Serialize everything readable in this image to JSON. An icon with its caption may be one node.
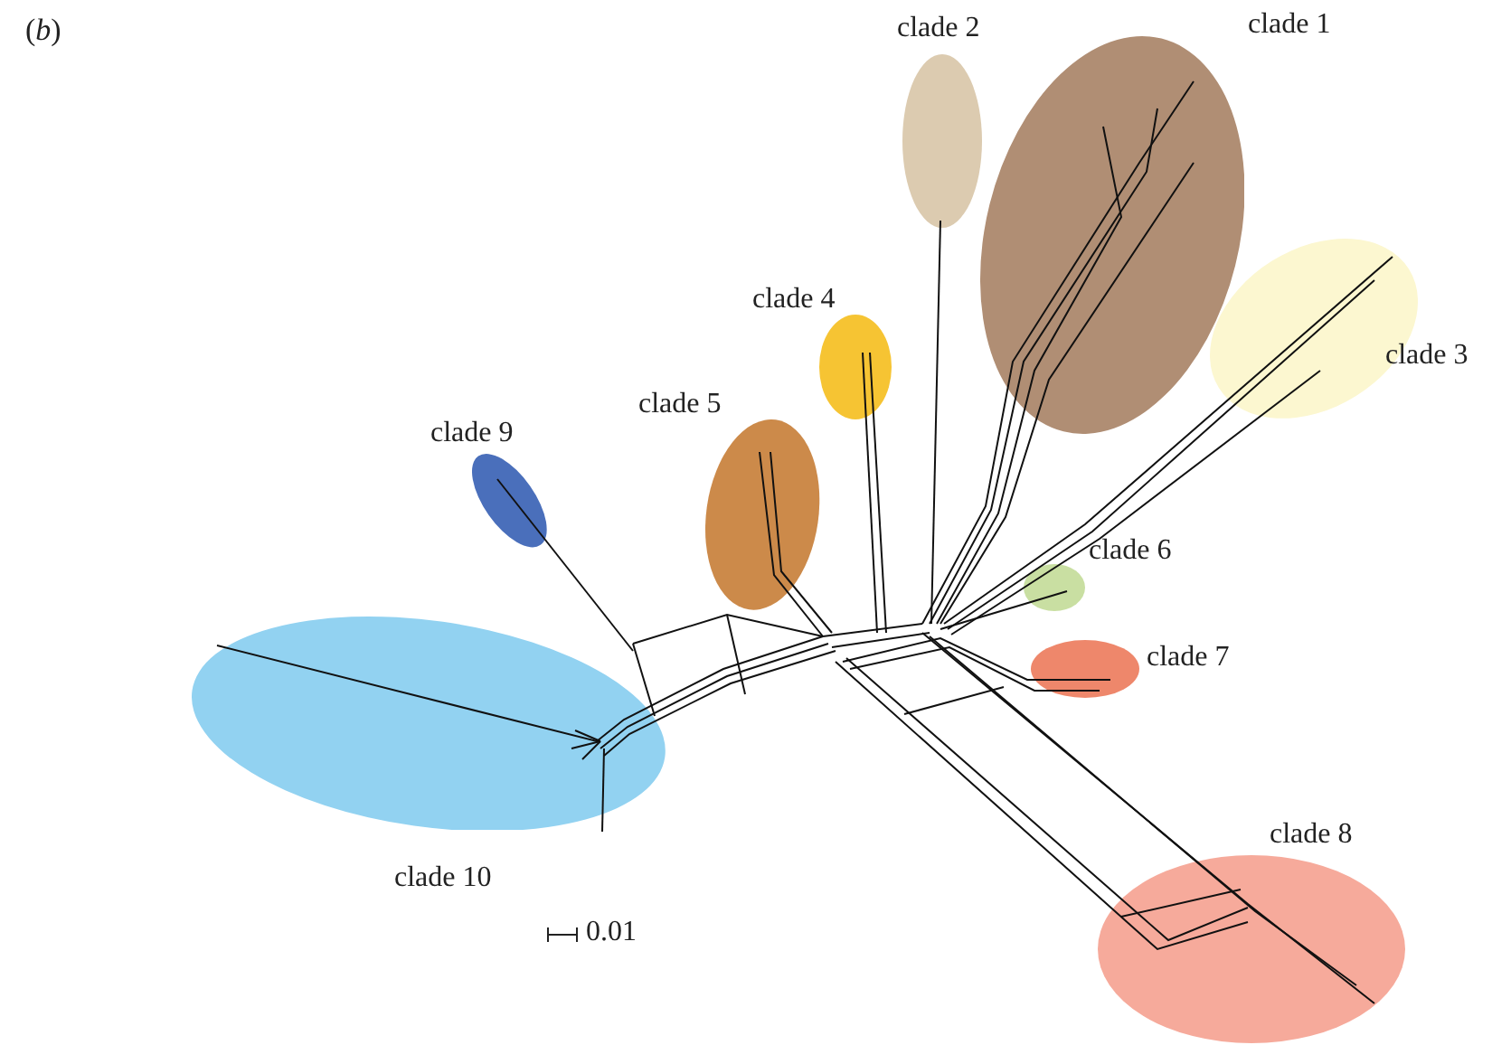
{
  "diagram": {
    "nodes": [
      {
        "text": [
          "clade 1"
        ]
      },
      {
        "text": [
          "clade 2"
        ]
      },
      {
        "text": [
          "clade 3"
        ]
      },
      {
        "text": [
          "clade 4"
        ]
      },
      {
        "text": [
          "clade 5"
        ]
      },
      {
        "text": [
          "clade 6"
        ]
      },
      {
        "text": [
          "clade 7"
        ]
      },
      {
        "text": [
          "clade 8"
        ]
      },
      {
        "text": [
          "clade 9"
        ]
      },
      {
        "text": [
          "clade 10"
        ]
      }
    ],
    "edges": [],
    "labels": [
      "(*b*)",
      "0.01"
    ]
  }
}
